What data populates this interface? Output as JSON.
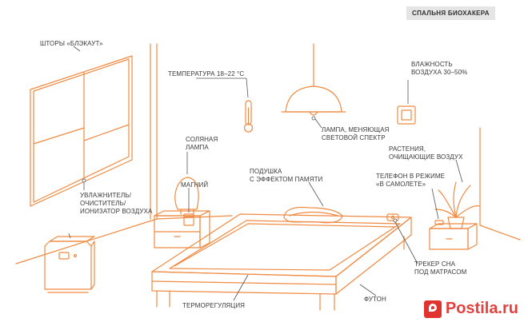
{
  "header": {
    "badge": "СПАЛЬНЯ БИОХАКЕРА"
  },
  "labels": {
    "curtains": "ШТОРЫ «БЛЭКАУТ»",
    "temperature": "ТЕМПЕРАТУРА 18–22 °С",
    "humidity_1": "ВЛАЖНОСТЬ",
    "humidity_2": "ВОЗДУХА 30–50%",
    "lamp_1": "ЛАМПА, МЕНЯЮЩАЯ",
    "lamp_2": "СВЕТОВОЙ СПЕКТР",
    "salt_lamp_1": "СОЛЯНАЯ",
    "salt_lamp_2": "ЛАМПА",
    "plants_1": "РАСТЕНИЯ,",
    "plants_2": "ОЧИЩАЮЩИЕ ВОЗДУХ",
    "pillow_1": "ПОДУШКА",
    "pillow_2": "С ЭФФЕКТОМ ПАМЯТИ",
    "magnet": "МАГНИЙ",
    "phone_1": "ТЕЛЕФОН В РЕЖИМЕ",
    "phone_2": "«В САМОЛЕТЕ»",
    "humidifier_1": "УВЛАЖНИТЕЛЬ/",
    "humidifier_2": "ОЧИСТИТЕЛЬ/",
    "humidifier_3": "ИОНИЗАТОР ВОЗДУХА",
    "tracker_1": "ТРЕКЕР СНА",
    "tracker_2": "ПОД МАТРАСОМ",
    "thermo": "ТЕРМОРЕГУЛЯЦИЯ",
    "futon": "ФУТОН"
  },
  "watermark": {
    "text": "Postila.ru"
  },
  "colors": {
    "line": "#f08a42",
    "leader": "#555555",
    "text": "#3a3a3a",
    "badge_bg": "#e5e5e5",
    "watermark": "#e0332f"
  }
}
